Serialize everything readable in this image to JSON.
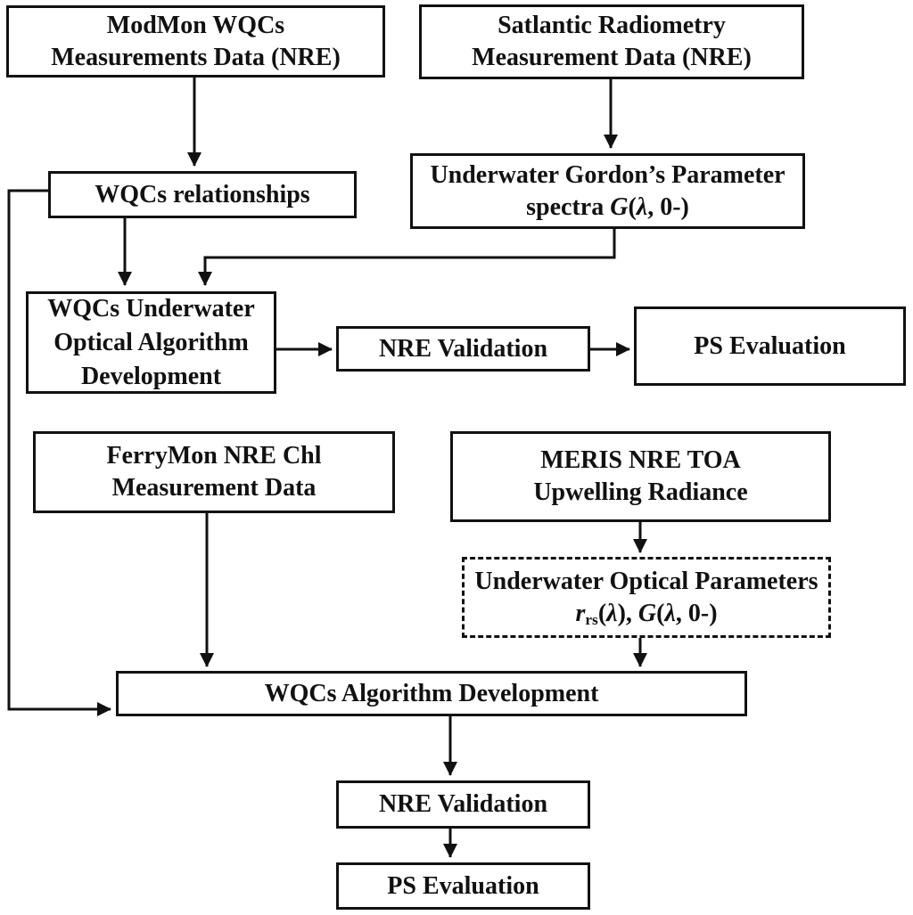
{
  "diagram": {
    "title": "WQCs remote-sensing algorithm development flowchart",
    "background_color": "#ffffff",
    "line_color": "#111111",
    "boxes": {
      "modmon": {
        "line1": "ModMon WQCs",
        "line2": "Measurements Data (NRE)"
      },
      "satlantic": {
        "line1": "Satlantic Radiometry",
        "line2": "Measurement Data (NRE)"
      },
      "wqcs_relationships": {
        "label": "WQCs relationships"
      },
      "gordon": {
        "line1": "Underwater Gordon’s Parameter",
        "line2_parts": [
          "spectra ",
          "G",
          "(",
          "λ",
          ", 0-)"
        ]
      },
      "wqcs_underwater": {
        "line1": "WQCs Underwater",
        "line2": "Optical Algorithm",
        "line3": "Development"
      },
      "nre_validation_top": {
        "label": "NRE Validation"
      },
      "ps_evaluation_top": {
        "label": "PS Evaluation"
      },
      "ferrymon": {
        "line1": "FerryMon NRE Chl",
        "line2": "Measurement Data"
      },
      "meris": {
        "line1": "MERIS NRE TOA",
        "line2": "Upwelling Radiance"
      },
      "underwater_optical": {
        "line1": "Underwater Optical Parameters",
        "line2_parts": [
          "r",
          "rs",
          "(",
          "λ",
          "), ",
          "G",
          "(",
          "λ",
          ", 0-)"
        ]
      },
      "wqcs_algorithm": {
        "label": "WQCs Algorithm Development"
      },
      "nre_validation_bottom": {
        "label": "NRE Validation"
      },
      "ps_evaluation_bottom": {
        "label": "PS Evaluation"
      }
    },
    "edges": [
      {
        "from": "modmon",
        "to": "wqcs_relationships"
      },
      {
        "from": "satlantic",
        "to": "gordon"
      },
      {
        "from": "wqcs_relationships",
        "to": "wqcs_underwater"
      },
      {
        "from": "gordon",
        "to": "wqcs_underwater"
      },
      {
        "from": "wqcs_underwater",
        "to": "nre_validation_top"
      },
      {
        "from": "nre_validation_top",
        "to": "ps_evaluation_top"
      },
      {
        "from": "wqcs_relationships",
        "to": "wqcs_algorithm"
      },
      {
        "from": "ferrymon",
        "to": "wqcs_algorithm"
      },
      {
        "from": "meris",
        "to": "underwater_optical"
      },
      {
        "from": "underwater_optical",
        "to": "wqcs_algorithm"
      },
      {
        "from": "wqcs_algorithm",
        "to": "nre_validation_bottom"
      },
      {
        "from": "nre_validation_bottom",
        "to": "ps_evaluation_bottom"
      }
    ]
  }
}
